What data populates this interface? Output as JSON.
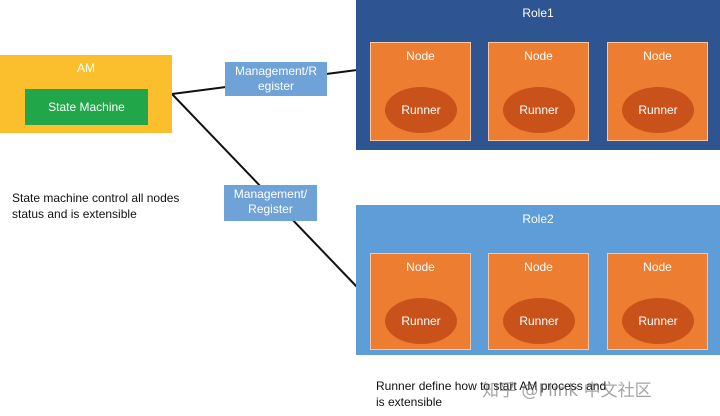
{
  "am": {
    "title": "AM",
    "state_machine": "State Machine"
  },
  "connections": {
    "upper_label": "Management/R\negister",
    "lower_label": "Management/\nRegister"
  },
  "roles": [
    {
      "title": "Role1",
      "nodes": [
        {
          "label": "Node",
          "runner": "Runner"
        },
        {
          "label": "Node",
          "runner": "Runner"
        },
        {
          "label": "Node",
          "runner": "Runner"
        }
      ]
    },
    {
      "title": "Role2",
      "nodes": [
        {
          "label": "Node",
          "runner": "Runner"
        },
        {
          "label": "Node",
          "runner": "Runner"
        },
        {
          "label": "Node",
          "runner": "Runner"
        }
      ]
    }
  ],
  "notes": {
    "state_machine": "State machine control all nodes status and is extensible",
    "runner": "Runner define how to start AM process and is extensible"
  },
  "watermark": "知乎 @Flink 中文社区",
  "colors": {
    "am": "#fbbf2e",
    "state_machine": "#21a64a",
    "management_label": "#6fa2d6",
    "role1": "#2f5492",
    "role2": "#5e9dd8",
    "node": "#ed7d31",
    "runner": "#c8521a"
  }
}
